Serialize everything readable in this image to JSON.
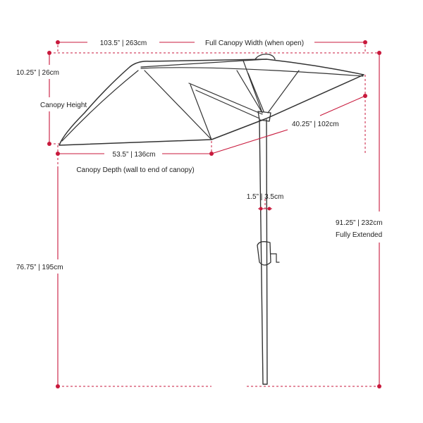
{
  "colors": {
    "dimension": "#c8193c",
    "ink": "#333333"
  },
  "labels": {
    "canopy_width_value": "103.5” | 263cm",
    "canopy_width_name": "Full Canopy Width (when open)",
    "canopy_height_value": "10.25” | 26cm",
    "canopy_height_name": "Canopy Height",
    "side_value": "40.25” | 102cm",
    "depth_value": "53.5” | 136cm",
    "depth_name": "Canopy Depth (wall to end of canopy)",
    "pole_value": "1.5” | 3.5cm",
    "total_height_value": "91.25” | 232cm",
    "total_height_name": "Fully Extended",
    "clearance_value": "76.75” | 195cm"
  }
}
